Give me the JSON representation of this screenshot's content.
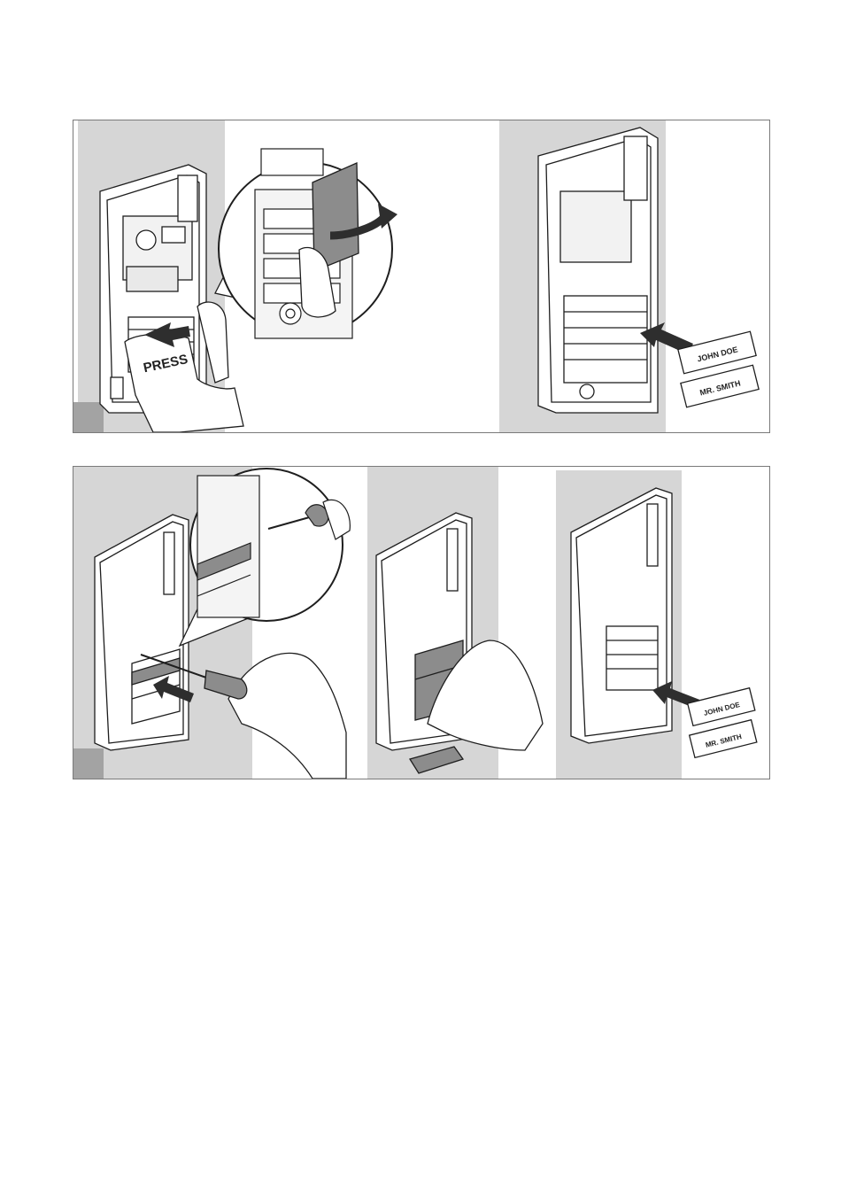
{
  "colors": {
    "panel_bg": "#d6d6d6",
    "corner_marker": "#a3a3a3",
    "outline": "#1e1e1e",
    "dark_part": "#8c8c8c",
    "arrow": "#2e2e2e"
  },
  "top_panel": {
    "press_label": "PRESS",
    "name_tags": [
      "JOHN DOE",
      "MR. SMITH"
    ]
  },
  "bottom_panel": {
    "name_tags": [
      "JOHN DOE",
      "MR. SMITH"
    ]
  }
}
